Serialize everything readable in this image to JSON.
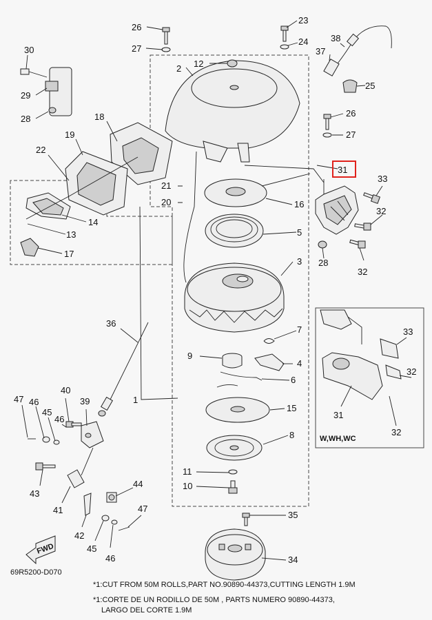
{
  "diagram_code": "69R5200-D070",
  "inset_label": "W,WH,WC",
  "fwd_label": "FWD",
  "footnote_en": "*1:CUT FROM 50M ROLLS,PART NO.90890-44373,CUTTING LENGTH 1.9M",
  "footnote_es_line1": "*1:CORTE DE UN RODILLO DE 50M , PARTS NUMERO 90890-44373,",
  "footnote_es_line2": "LARGO DEL CORTE 1.9M",
  "highlighted_part": "31",
  "callouts": {
    "c1": "1",
    "c2": "2",
    "c3": "3",
    "c4": "4",
    "c5": "5",
    "c6": "6",
    "c7": "7",
    "c8": "8",
    "c9": "9",
    "c10": "10",
    "c11": "11",
    "c12": "12",
    "c13": "13",
    "c14": "14",
    "c15": "15",
    "c16": "16",
    "c17": "17",
    "c18": "18",
    "c19": "19",
    "c20": "20",
    "c21": "21",
    "c22": "22",
    "c23": "23",
    "c24": "24",
    "c25": "25",
    "c26a": "26",
    "c26b": "26",
    "c27a": "27",
    "c27b": "27",
    "c28a": "28",
    "c28b": "28",
    "c29": "29",
    "c30": "30",
    "c31": "31",
    "c32a": "32",
    "c32b": "32",
    "c33": "33",
    "c34": "34",
    "c35": "35",
    "c36": "36",
    "c37": "37",
    "c38": "38",
    "c39": "39",
    "c40": "40",
    "c41": "41",
    "c42": "42",
    "c43": "43",
    "c44": "44",
    "c45a": "45",
    "c45b": "45",
    "c46a": "46",
    "c46b": "46",
    "c46c": "46",
    "c47a": "47",
    "c47b": "47",
    "i31": "31",
    "i32a": "32",
    "i32b": "32",
    "i33": "33"
  },
  "colors": {
    "highlight": "#e0211b",
    "ink": "#222222",
    "paper": "#f7f7f7"
  }
}
